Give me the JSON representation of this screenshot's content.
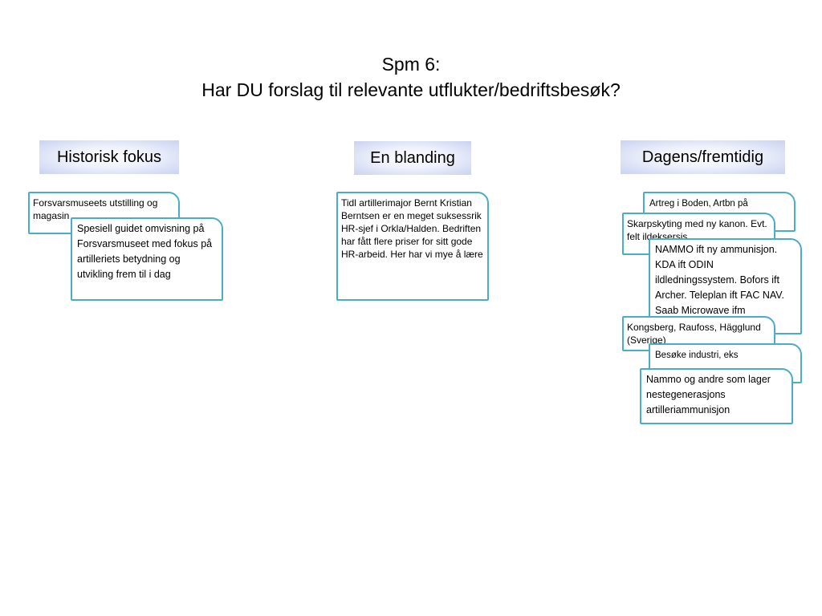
{
  "title": {
    "line1": "Spm 6:",
    "line2": "Har DU forslag til relevante utflukter/bedriftsbesøk?"
  },
  "columns": {
    "historisk": {
      "header": "Historisk fokus",
      "notes": [
        "Forsvarsmuseets utstilling og magasin",
        "Spesiell guidet omvisning på Forsvarsmuseet med fokus på artilleriets betydning og utvikling frem til i dag"
      ]
    },
    "blanding": {
      "header": "En blanding",
      "notes": [
        "Tidl artillerimajor Bernt Kristian Berntsen er en meget suksessrik HR-sjef i Orkla/Halden. Bedriften har fått flere priser for sitt gode HR-arbeid. Her har vi mye å lære"
      ]
    },
    "dagens": {
      "header": "Dagens/fremtidig",
      "notes": [
        "Artreg i Boden, Artbn på",
        "Skarpskyting med ny kanon. Evt. felt ildeksersis",
        "NAMMO ift ny ammunisjon. KDA ift ODIN ildledningssystem. Bofors ift Archer. Teleplan ift FAC NAV. Saab Microwave ifm",
        "Kongsberg, Raufoss, Hägglund (Sverige)",
        "Besøke industri, eks",
        "Nammo og andre som lager nestegenerasjons artilleriammunisjon"
      ]
    }
  }
}
